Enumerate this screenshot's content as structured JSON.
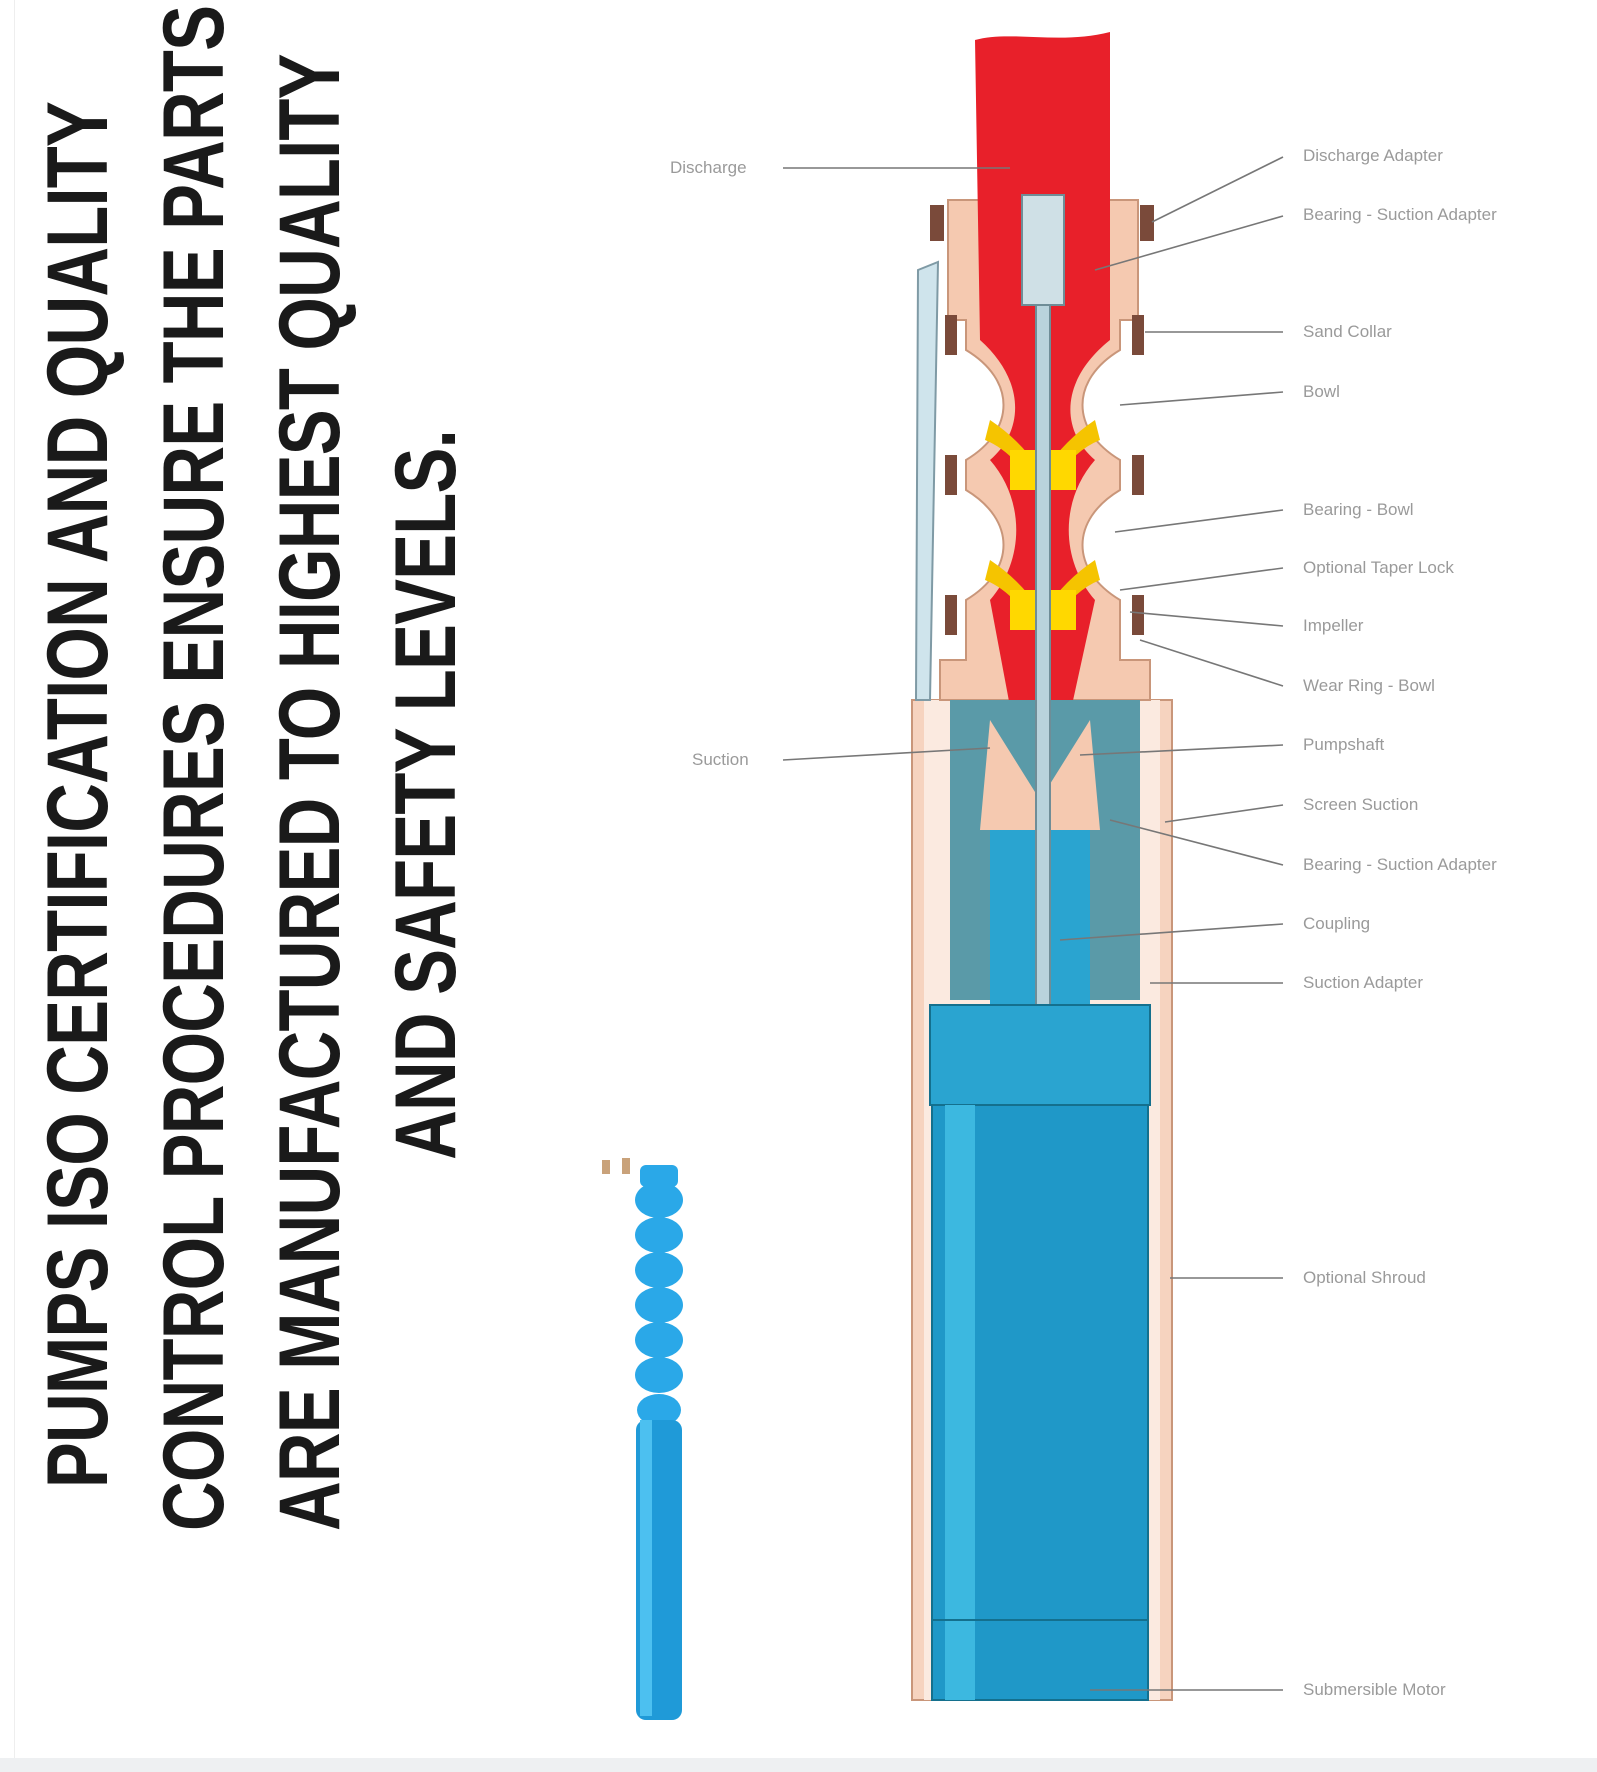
{
  "headline": {
    "lines": [
      "PUMPS ISO CERTIFICATION AND QUALITY",
      "CONTROL PROCEDURES ENSURE THE PARTS",
      "ARE MANUFACTURED TO HIGHEST QUALITY",
      "AND SAFETY LEVELS."
    ]
  },
  "labels": {
    "left": [
      "Discharge",
      "Suction"
    ],
    "right": [
      "Discharge Adapter",
      "Bearing - Suction Adapter",
      "Sand Collar",
      "Bowl",
      "Bearing - Bowl",
      "Optional Taper Lock",
      "Impeller",
      "Wear Ring - Bowl",
      "Pumpshaft",
      "Screen Suction",
      "Bearing - Suction Adapter",
      "Coupling",
      "Suction Adapter",
      "Optional Shroud",
      "Submersible Motor"
    ]
  },
  "colors": {
    "discharge": "#e8202a",
    "casing": "#f5c9b0",
    "motor": "#2aa4d0",
    "impeller": "#f5c400",
    "pump_small": "#2aa8e8"
  }
}
